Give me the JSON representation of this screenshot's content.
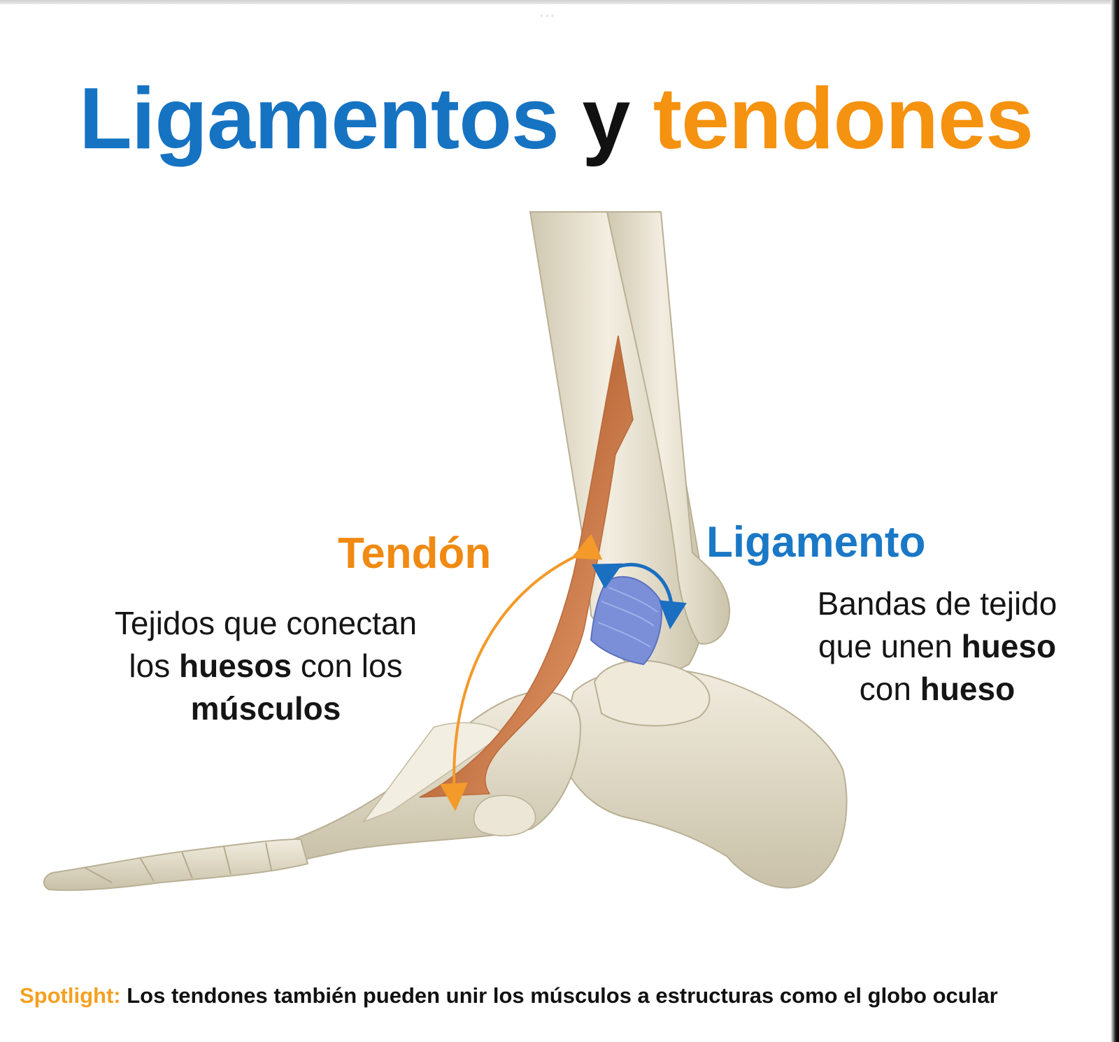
{
  "title": {
    "part1": "Ligamentos",
    "part2": "y",
    "part3": "tendones"
  },
  "colors": {
    "blue": "#1673c2",
    "orange": "#f5920f",
    "bone": "#e9e2cf",
    "tendon": "#e88a58",
    "ligament": "#7a8fd6"
  },
  "tendon": {
    "label": "Tendón",
    "desc_1": "Tejidos que conectan",
    "desc_2a": "los ",
    "desc_2b": "huesos",
    "desc_2c": " con los",
    "desc_3": "músculos"
  },
  "ligament": {
    "label": "Ligamento",
    "desc_1": "Bandas de tejido",
    "desc_2a": "que unen ",
    "desc_2b": "hueso",
    "desc_3a": "con ",
    "desc_3b": "hueso"
  },
  "footer": {
    "key": "Spotlight:",
    "text": " Los tendones también pueden unir los músculos a estructuras como el globo ocular"
  }
}
